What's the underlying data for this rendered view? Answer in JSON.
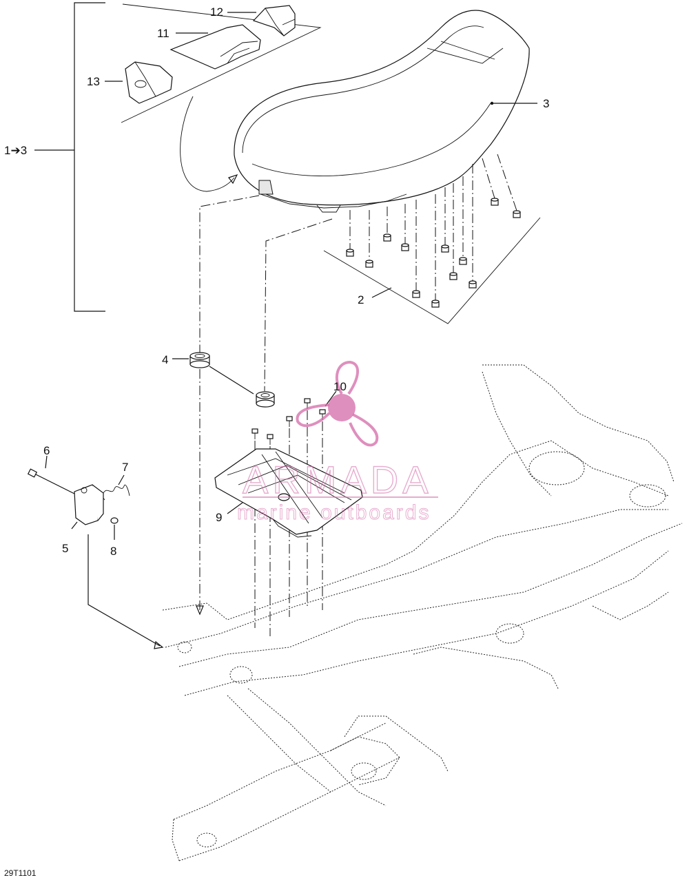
{
  "diagram": {
    "callouts": [
      {
        "id": "c1to3",
        "text": "1➔3"
      },
      {
        "id": "c2",
        "text": "2"
      },
      {
        "id": "c3",
        "text": "3"
      },
      {
        "id": "c4",
        "text": "4"
      },
      {
        "id": "c5",
        "text": "5"
      },
      {
        "id": "c6",
        "text": "6"
      },
      {
        "id": "c7",
        "text": "7"
      },
      {
        "id": "c8",
        "text": "8"
      },
      {
        "id": "c9",
        "text": "9"
      },
      {
        "id": "c10",
        "text": "10"
      },
      {
        "id": "c11",
        "text": "11"
      },
      {
        "id": "c12",
        "text": "12"
      },
      {
        "id": "c13",
        "text": "13"
      }
    ],
    "figure_code": "29T1101"
  },
  "watermark": {
    "brand": "ARMADA",
    "tagline": "marine outboards",
    "color": "#d46aa8"
  }
}
